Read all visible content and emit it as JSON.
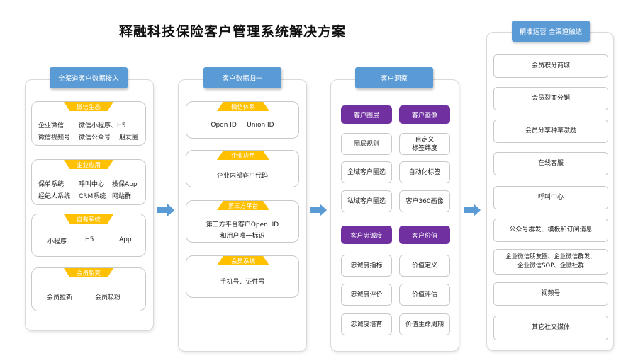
{
  "title": "释融科技保险客户管理系统解决方案",
  "col1": {
    "header": "全渠道客户数据接入",
    "sections": [
      {
        "tab": "微信生态",
        "line1": [
          "企业微信",
          "微信小程序、H5"
        ],
        "line2": [
          "微信视频号",
          "微信公众号",
          "朋友圈"
        ]
      },
      {
        "tab": "企业应用",
        "line1": [
          "保单系统",
          "呼叫中心",
          "投保App"
        ],
        "line2": [
          "经纪人系统",
          "CRM系统",
          "网站群"
        ]
      },
      {
        "tab": "自有系统",
        "line1": [
          "小程序",
          "H5",
          "App"
        ]
      },
      {
        "tab": "会员裂变",
        "line1": [
          "会员拉新",
          "会员吸粉"
        ]
      }
    ]
  },
  "col2": {
    "header": "客户数据归一",
    "sections": [
      {
        "tab": "微信体系",
        "lines": [
          "Open ID     Union ID"
        ]
      },
      {
        "tab": "企业应用",
        "lines": [
          "企业内部客户代码"
        ]
      },
      {
        "tab": "第三方平台",
        "lines": [
          "第三方平台客户Open  ID",
          "和用户唯一标识"
        ]
      },
      {
        "tab": "会员系统",
        "lines": [
          "手机号、证件号"
        ]
      }
    ]
  },
  "col3": {
    "header": "客户洞察",
    "groups": [
      {
        "pills": [
          "客户圈层",
          "客户画像"
        ],
        "rows": [
          [
            "圈层规则",
            "自定义\n标签纬度"
          ],
          [
            "全域客户圈选",
            "自动化标签"
          ],
          [
            "私域客户圈选",
            "客户360画像"
          ]
        ]
      },
      {
        "pills": [
          "客户忠诚度",
          "客户价值"
        ],
        "rows": [
          [
            "忠诚度指标",
            "价值定义"
          ],
          [
            "忠诚度评价",
            "价值评估"
          ],
          [
            "忠诚度培育",
            "价值生命周期"
          ]
        ]
      }
    ]
  },
  "col4": {
    "header": "精准运营 全渠道触达",
    "items": [
      "会员积分商城",
      "会员裂变分销",
      "会员分享种草激励",
      "在线客服",
      "呼叫中心",
      "公众号群发、模板和订阅消息",
      "企业微信朋友圈、企业微信群发、\n企业微信SOP、企微社群",
      "视频号",
      "其它社交媒体"
    ]
  },
  "colors": {
    "header_blue": "#5b9bd5",
    "tab_yellow": "#ffc000",
    "pill_purple": "#7030a0",
    "arrow_blue": "#5b9bd5"
  },
  "icons": [
    "right-arrow-icon"
  ]
}
